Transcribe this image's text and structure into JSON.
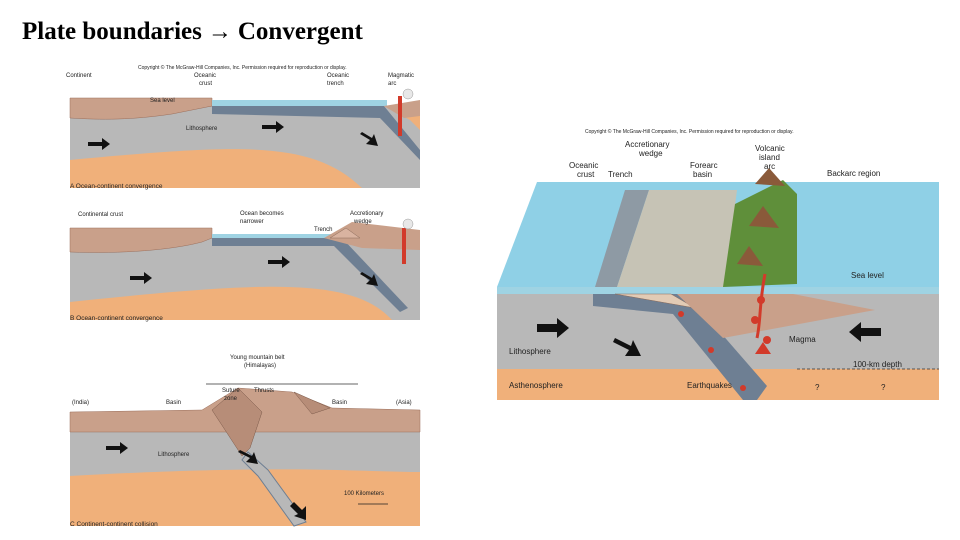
{
  "slide": {
    "title_left": "Plate boundaries",
    "title_arrow": "→",
    "title_right": "Convergent"
  },
  "panel_left": {
    "copyright": "Copyright © The McGraw-Hill Companies, Inc. Permission required for reproduction or display.",
    "A": {
      "continent": "Continent",
      "oceanic_crust": [
        "Oceanic",
        "crust"
      ],
      "oceanic_trench": [
        "Oceanic",
        "trench"
      ],
      "magmatic_arc": [
        "Magmatic",
        "arc"
      ],
      "sea_level": "Sea level",
      "lithosphere": "Lithosphere",
      "caption": "A  Ocean-continent convergence"
    },
    "B": {
      "continental_crust": "Continental crust",
      "ocean_narrower": [
        "Ocean becomes",
        "narrower"
      ],
      "accretionary_wedge": [
        "Accretionary",
        "wedge"
      ],
      "trench": "Trench",
      "caption": "B  Ocean-continent convergence"
    },
    "C": {
      "young_belt": [
        "Young mountain belt",
        "(Himalayas)"
      ],
      "suture_zone": [
        "Suture",
        "zone"
      ],
      "thrusts": "Thrusts",
      "india": "(India)",
      "basin_left": "Basin",
      "basin_right": "Basin",
      "asia": "(Asia)",
      "lithosphere": "Lithosphere",
      "scale": "100 Kilometers",
      "caption": "C  Continent-continent collision"
    }
  },
  "panel_right": {
    "copyright": "Copyright © The McGraw-Hill Companies, Inc. Permission required for reproduction or display.",
    "oceanic_crust": [
      "Oceanic",
      "crust"
    ],
    "trench": "Trench",
    "accretionary_wedge": [
      "Accretionary",
      "wedge"
    ],
    "forearc_basin": [
      "Forearc",
      "basin"
    ],
    "volcanic_island_arc": [
      "Volcanic",
      "island",
      "arc"
    ],
    "backarc_region": "Backarc region",
    "sea_level": "Sea level",
    "lithosphere": "Lithosphere",
    "magma": "Magma",
    "depth": "100-km depth",
    "asthenosphere": "Asthenosphere",
    "earthquakes": "Earthquakes",
    "unknown_1": "?",
    "unknown_2": "?"
  },
  "colors": {
    "crust_brown": "#c9a08a",
    "lithosphere_gray": "#b8b8b8",
    "asthenosphere_orange": "#f0b07a",
    "ocean_blue": "#8fd0e6",
    "island_green": "#5f8f3a",
    "magma_red": "#d23a2a"
  }
}
